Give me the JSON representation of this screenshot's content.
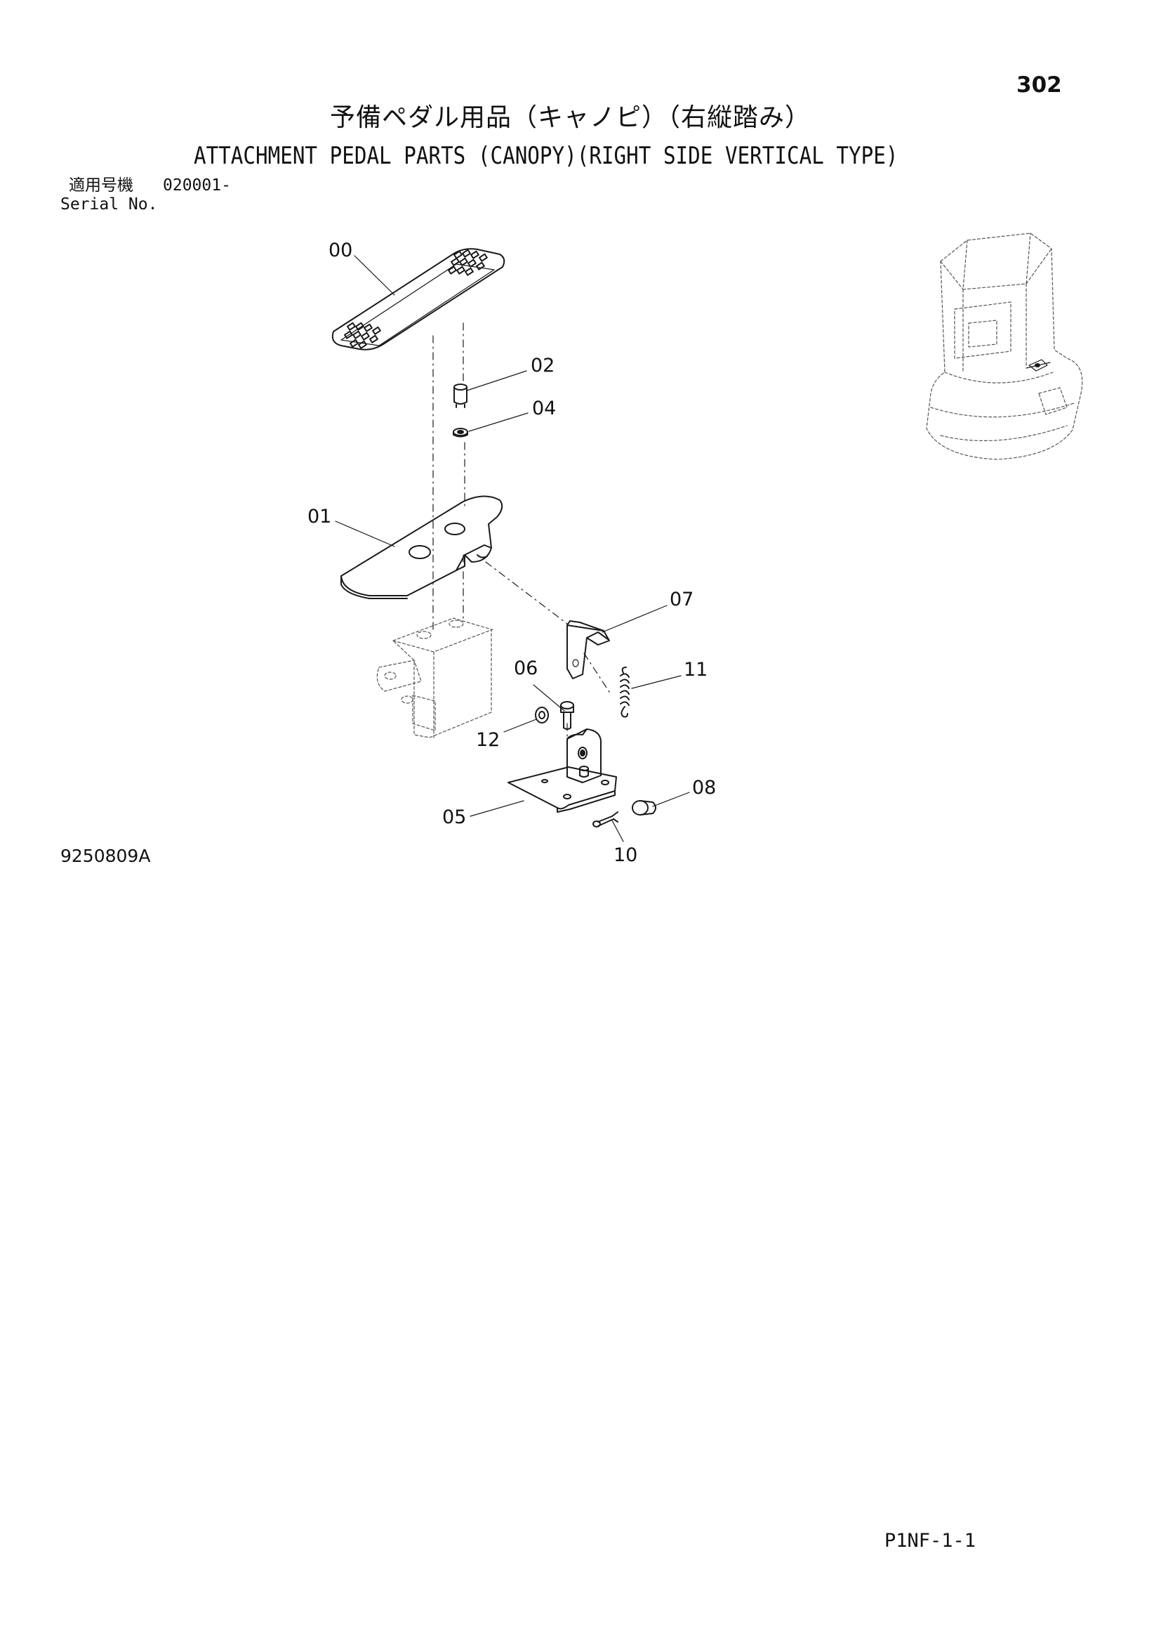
{
  "page_number": "302",
  "title_jp": "予備ペダル用品（キャノピ）（右縦踏み）",
  "title_en": "ATTACHMENT PEDAL PARTS (CANOPY)(RIGHT SIDE VERTICAL TYPE)",
  "serial": {
    "label_jp": "適用号機",
    "value": "020001-",
    "label_en": "Serial No."
  },
  "drawing_number": "9250809A",
  "page_code": "P1NF-1-1",
  "callouts": {
    "c00": "00",
    "c01": "01",
    "c02": "02",
    "c04": "04",
    "c05": "05",
    "c06": "06",
    "c07": "07",
    "c08": "08",
    "c10": "10",
    "c11": "11",
    "c12": "12"
  }
}
